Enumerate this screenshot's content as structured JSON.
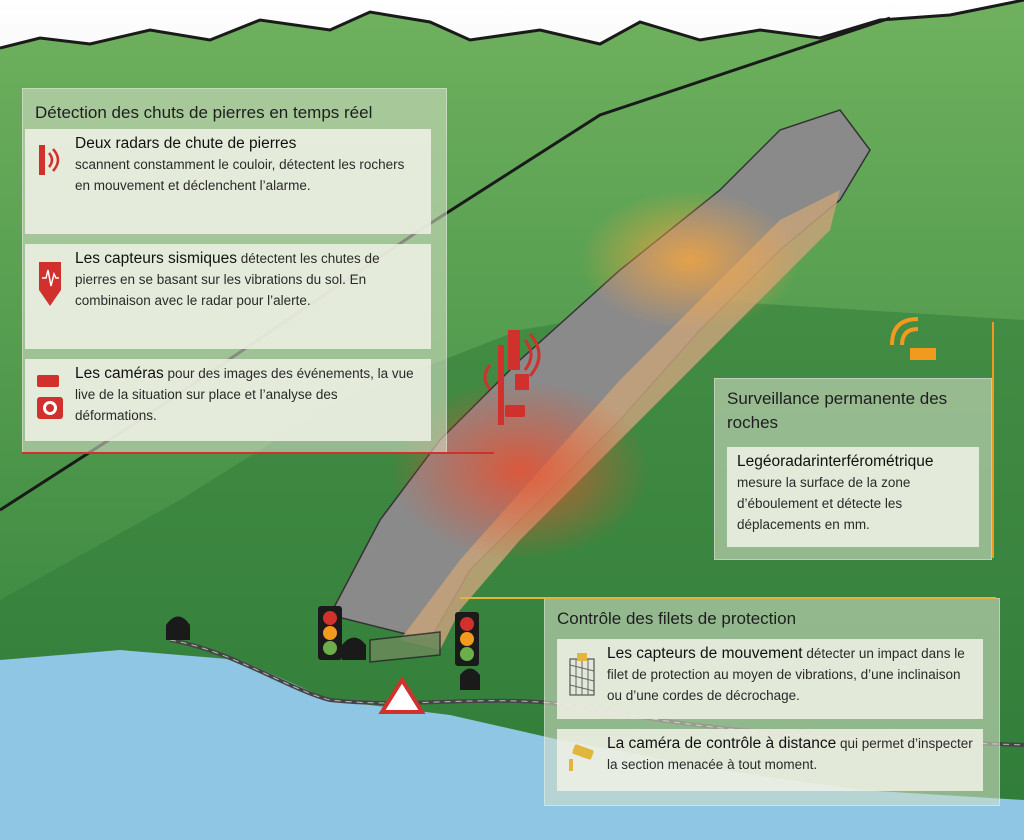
{
  "colors": {
    "alert_red": "#d0312d",
    "radar_orange": "#f29a1e",
    "grass": "#3c8a3f",
    "rock": "#8a8a8a",
    "water": "#8ec6e4",
    "panel": "#d6dec8"
  },
  "detection": {
    "title": "Détection des chuts de pierres en temps réel",
    "radar": {
      "icon": "radar-icon",
      "heading": "Deux radars de chute de pierres",
      "text": "scannent constamment le couloir, détectent les rochers en mouvement et déclenchent l’alarme."
    },
    "seismic": {
      "icon": "seismic-sensor-icon",
      "heading": "Les capteurs sismiques",
      "text": "détectent les chutes de pierres en se basant sur les vibrations du sol. En combinaison avec le radar pour l’alerte."
    },
    "cameras": {
      "icon": "camera-icon",
      "heading": "Les caméras",
      "text": "pour des images des événements, la vue live de la situation sur place et l’analyse des déformations."
    }
  },
  "surveillance": {
    "title": "Surveillance permanente des roches",
    "radar": {
      "icon": "interferometric-radar-icon",
      "heading": "Legéoradarinterférométrique",
      "text": "mesure la surface de la zone d’éboulement et détecte les déplacements en mm."
    }
  },
  "nets": {
    "title": "Contrôle des filets de protection",
    "motion": {
      "icon": "protection-net-icon",
      "heading": "Les capteurs de mouvement",
      "text": "détecter un impact dans le filet de protection au moyen de vibrations, d’une inclinaison ou d’une cordes de décrochage."
    },
    "camera": {
      "icon": "remote-camera-icon",
      "heading": "La caméra de contrôle à distance",
      "text": "qui permet d’inspecter la section menacée à tout moment."
    }
  }
}
